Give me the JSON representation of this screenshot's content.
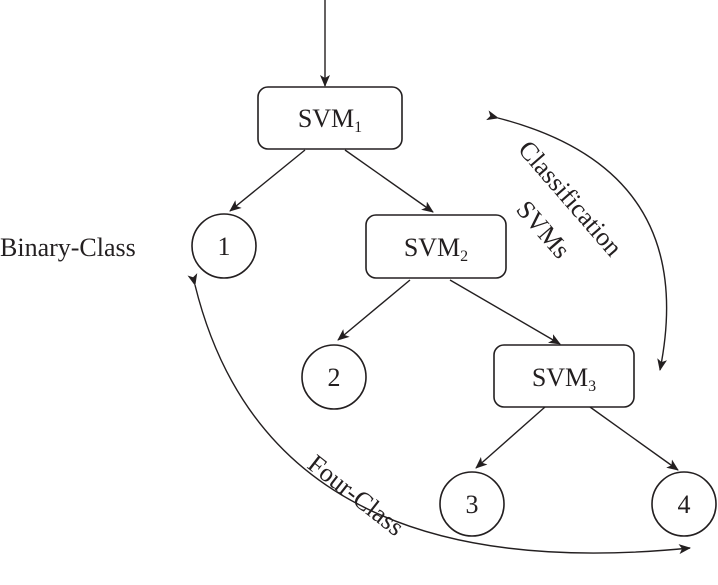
{
  "svm_nodes": [
    {
      "main": "SVM",
      "sub": "1"
    },
    {
      "main": "SVM",
      "sub": "2"
    },
    {
      "main": "SVM",
      "sub": "3"
    }
  ],
  "class_nodes": [
    "1",
    "2",
    "3",
    "4"
  ],
  "labels": {
    "binary_class": "Binary-Class",
    "classification_line1": "Classification",
    "classification_line2": "SVMs",
    "four_class": "Four-Class"
  },
  "colors": {
    "stroke": "#231f20",
    "background": "#ffffff"
  }
}
